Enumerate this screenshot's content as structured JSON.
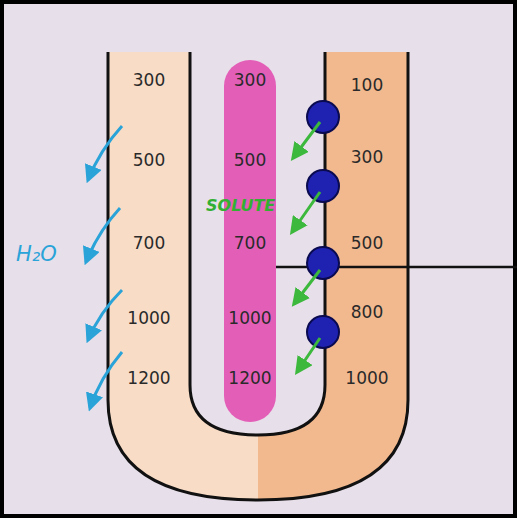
{
  "diagram": {
    "nodes": [
      {
        "text": [
          "300",
          "500",
          "700",
          "1000",
          "1200"
        ]
      },
      {
        "text": [
          "300",
          "500",
          "700",
          "1000",
          "1200"
        ]
      },
      {
        "text": [
          "100",
          "300",
          "500",
          "800",
          "1000"
        ]
      }
    ],
    "labels": [
      "SOLUTE",
      "H₂O"
    ]
  }
}
